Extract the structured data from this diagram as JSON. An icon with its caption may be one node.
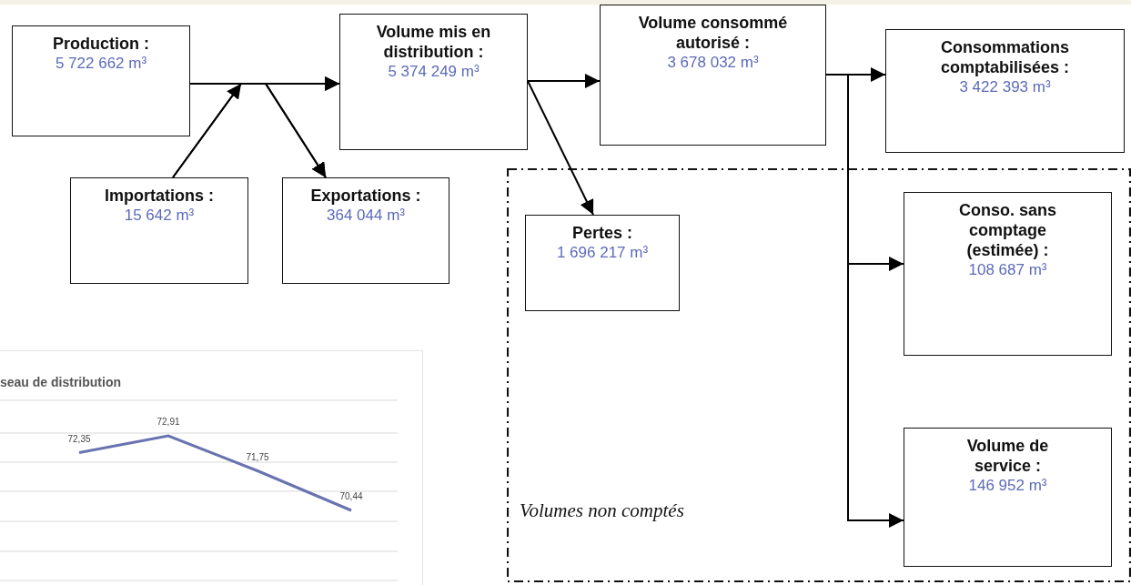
{
  "diagram": {
    "nodes": [
      {
        "text": [
          "Production :",
          "5 722 662 m³"
        ]
      },
      {
        "text": [
          "Volume mis en distribution :",
          "5 374 249 m³"
        ]
      },
      {
        "text": [
          "Volume consommé autorisé :",
          "3 678 032 m³"
        ]
      },
      {
        "text": [
          "Consommations comptabilisées :",
          "3 422 393 m³"
        ]
      },
      {
        "text": [
          "Importations :",
          "15 642 m³"
        ]
      },
      {
        "text": [
          "Exportations :",
          "364 044 m³"
        ]
      },
      {
        "text": [
          "Volumes non comptés"
        ]
      },
      {
        "text": [
          "Pertes :",
          "1 696 217 m³"
        ],
        "in": 6
      },
      {
        "text": [
          "Conso. sans comptage (estimée) :",
          "108 687 m³"
        ],
        "in": 6
      },
      {
        "text": [
          "Volume de service :",
          "146 952 m³"
        ],
        "in": 6
      }
    ],
    "edges": [
      {
        "from": 0,
        "to": 1,
        "arrow": "to"
      },
      {
        "from": 4,
        "to": 1,
        "arrow": "to"
      },
      {
        "from": 0,
        "to": 5,
        "arrow": "to"
      },
      {
        "from": 4,
        "to": 5,
        "arrow": "to"
      },
      {
        "from": 1,
        "to": 2,
        "arrow": "to"
      },
      {
        "from": 1,
        "to": 7,
        "arrow": "to"
      },
      {
        "from": 2,
        "to": 3,
        "arrow": "to"
      },
      {
        "from": 2,
        "to": 8,
        "arrow": "to"
      },
      {
        "from": 2,
        "to": 9,
        "arrow": "to"
      }
    ],
    "chart_data": {
      "type": "line",
      "title": "seau de distribution",
      "data_labels": true,
      "series": [
        {
          "color": "#6873b0",
          "values": [
            72.35,
            72.91,
            71.75,
            70.44
          ],
          "value_labels": [
            "72,35",
            "72,91",
            "71,75",
            "70,44"
          ]
        }
      ]
    }
  }
}
